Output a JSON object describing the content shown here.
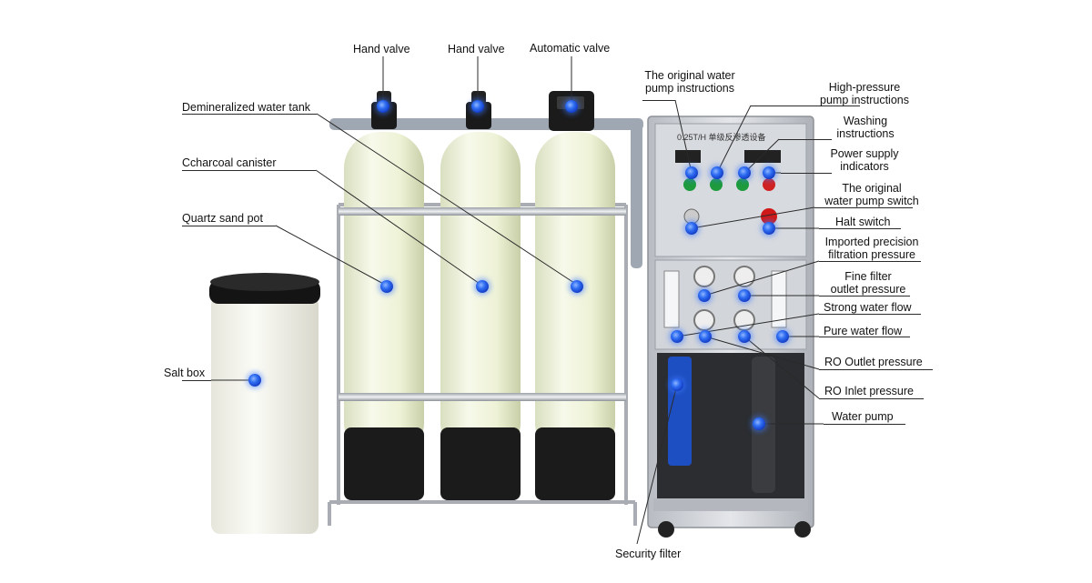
{
  "labels": {
    "hand_valve_1": "Hand valve",
    "hand_valve_2": "Hand valve",
    "automatic_valve": "Automatic valve",
    "demineralized_water_tank": "Demineralized water tank",
    "charcoal_canister": "Ccharcoal canister",
    "quartz_sand_pot": "Quartz sand pot",
    "salt_box": "Salt box",
    "security_filter": "Security filter",
    "original_water_pump_instructions": [
      "The original water",
      "pump instructions"
    ],
    "high_pressure_pump_instructions": [
      "High-pressure",
      "pump instructions"
    ],
    "washing_instructions": [
      "Washing",
      "instructions"
    ],
    "power_supply_indicators": [
      "Power supply",
      "indicators"
    ],
    "original_water_pump_switch": [
      "The original",
      "water pump switch"
    ],
    "halt_switch": "Halt switch",
    "imported_precision_filtration_pressure": [
      "Imported precision",
      "filtration pressure"
    ],
    "fine_filter_outlet_pressure": [
      "Fine filter",
      "outlet pressure"
    ],
    "strong_water_flow": "Strong water flow",
    "pure_water_flow": "Pure water flow",
    "ro_outlet_pressure": "RO Outlet pressure",
    "ro_inlet_pressure": "RO Inlet pressure",
    "water_pump": "Water pump"
  },
  "panel_title": "0.25T/H 单级反渗透设备",
  "colors": {
    "marker": "#2f6df2",
    "tank": "#f3f6e0",
    "steel": "#c9ccd0",
    "line": "#2a2a2a"
  }
}
